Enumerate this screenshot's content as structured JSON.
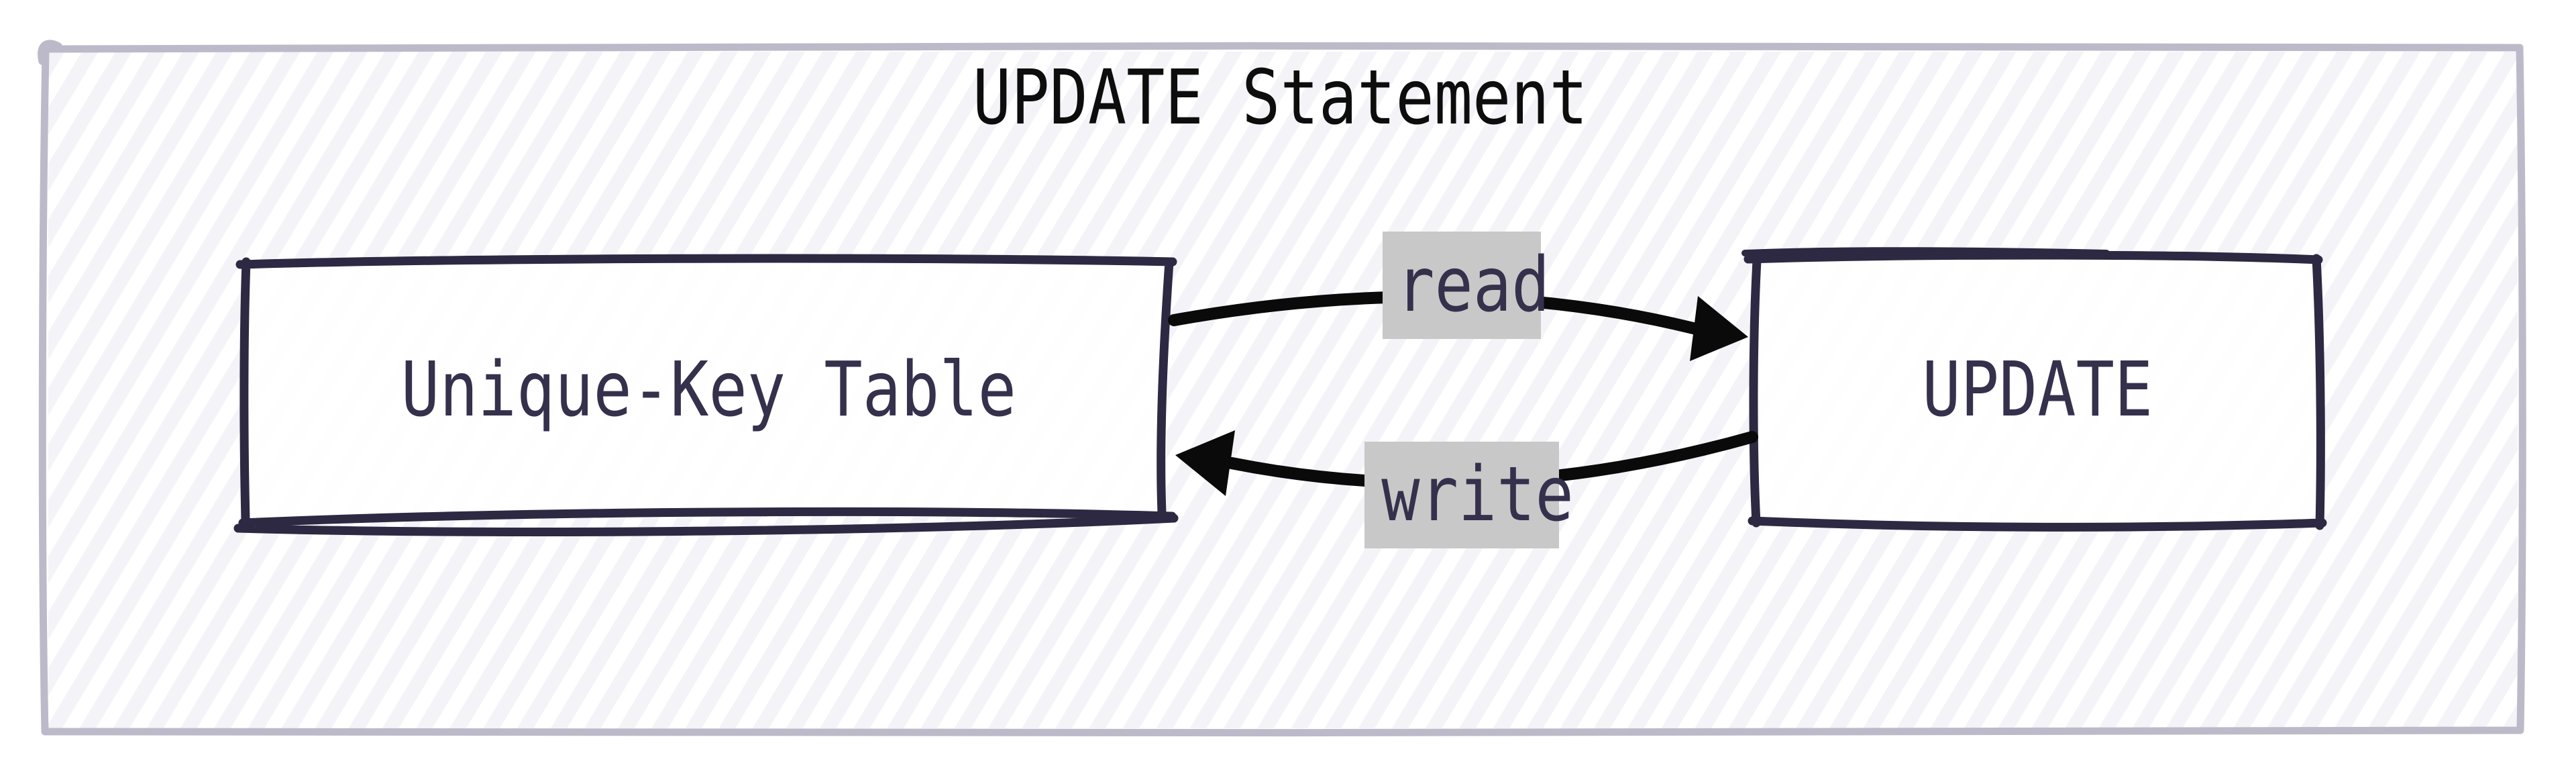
{
  "diagram": {
    "title": "UPDATE Statement",
    "nodes": [
      {
        "id": "unique-key-table",
        "label": "Unique-Key Table"
      },
      {
        "id": "update",
        "label": "UPDATE"
      }
    ],
    "edges": [
      {
        "from": "unique-key-table",
        "to": "update",
        "label": "read",
        "direction": "left-to-right"
      },
      {
        "from": "update",
        "to": "unique-key-table",
        "label": "write",
        "direction": "right-to-left"
      }
    ],
    "colors": {
      "canvas_bg": "#ffffff",
      "frame_border": "#bcbac9",
      "frame_fill": "#f3f3f8",
      "frame_hatch": "#ffffff",
      "node_border": "#2d2942",
      "text": "#35304b",
      "title_text": "#0d0d0d",
      "arrow": "#0a0a0a",
      "edge_label_bg": "#c8c8c8"
    }
  }
}
